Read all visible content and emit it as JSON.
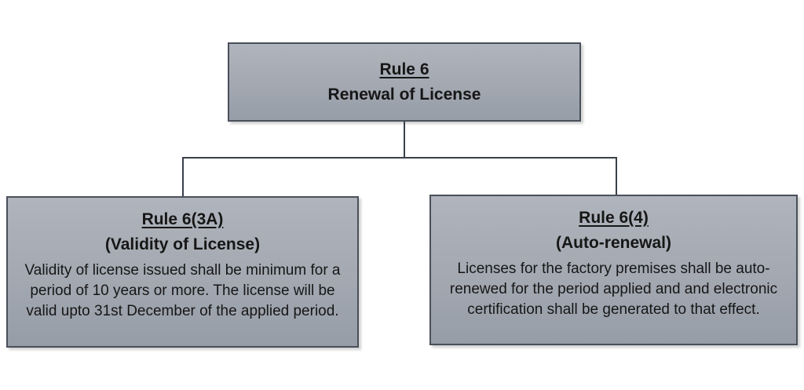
{
  "root": {
    "title": "Rule 6",
    "subtitle": "Renewal of License"
  },
  "children": [
    {
      "title": "Rule 6(3A)",
      "subtitle": "(Validity of License)",
      "body": "Validity of license issued shall be minimum for a period of 10 years or more. The license will be valid upto 31st December of the applied period."
    },
    {
      "title": "Rule 6(4)",
      "subtitle": "(Auto-renewal)",
      "body": "Licenses for the factory premises shall be auto-renewed for the period applied and and electronic certification shall be generated to that effect."
    }
  ],
  "colors": {
    "background": "#ffffff",
    "box_fill_top": "#b0b4bc",
    "box_fill_mid": "#a3a8b1",
    "box_fill_bottom": "#969da7",
    "box_border": "#4a505a",
    "connector": "#39404a",
    "text": "#161616"
  }
}
